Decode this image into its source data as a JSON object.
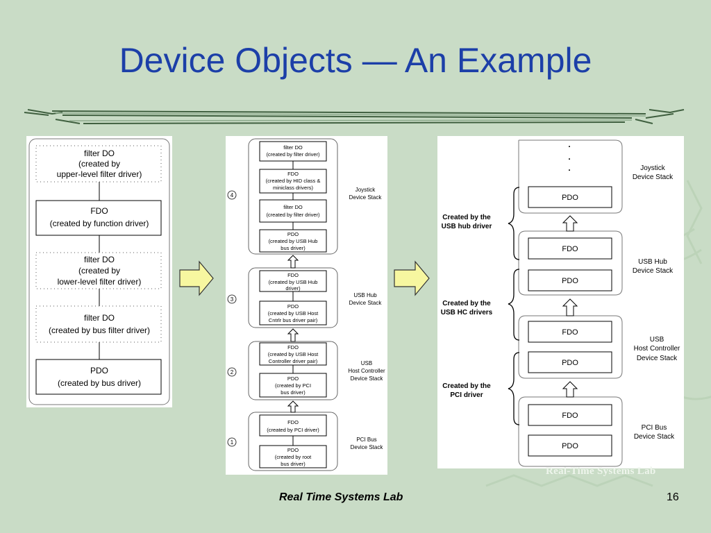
{
  "slide": {
    "title": "Device Objects — An Example",
    "footer": "Real Time Systems Lab",
    "page_number": "16",
    "watermark": "Real-Time Systems Lab"
  },
  "panel1": {
    "boxes": [
      {
        "title": "filter DO",
        "sub1": "(created by",
        "sub2": "upper-level filter driver)"
      },
      {
        "title": "FDO",
        "sub1": "(created by function driver)"
      },
      {
        "title": "filter DO",
        "sub1": "(created by",
        "sub2": "lower-level filter driver)"
      },
      {
        "title": "filter DO",
        "sub1": "(created by bus filter driver)"
      },
      {
        "title": "PDO",
        "sub1": "(created by bus driver)"
      }
    ]
  },
  "panel2": {
    "boxes": [
      {
        "l1": "filter DO",
        "l2": "(created by filter driver)"
      },
      {
        "l1": "FDO",
        "l2": "(created by HID class &",
        "l3": "miniclass drivers)"
      },
      {
        "l1": "filter DO",
        "l2": "(created by filter driver)"
      },
      {
        "l1": "PDO",
        "l2": "(created by USB Hub",
        "l3": "bus driver)"
      },
      {
        "l1": "FDO",
        "l2": "(created by USB Hub",
        "l3": "driver)"
      },
      {
        "l1": "PDO",
        "l2": "(created by USB Host",
        "l3": "Cntrlr bus driver pair)"
      },
      {
        "l1": "FDO",
        "l2": "(created by USB Host",
        "l3": "Controller driver pair)"
      },
      {
        "l1": "PDO",
        "l2": "(created by PCI",
        "l3": "bus driver)"
      },
      {
        "l1": "FDO",
        "l2": "(created by PCI driver)"
      },
      {
        "l1": "PDO",
        "l2": "(created by root",
        "l3": "bus driver)"
      }
    ],
    "numbers": [
      "4",
      "3",
      "2",
      "1"
    ],
    "stacks": [
      {
        "l1": "Joystick",
        "l2": "Device Stack"
      },
      {
        "l1": "USB Hub",
        "l2": "Device Stack"
      },
      {
        "l1": "USB",
        "l2": "Host Controller",
        "l3": "Device Stack"
      },
      {
        "l1": "PCI Bus",
        "l2": "Device Stack"
      }
    ]
  },
  "panel3": {
    "dots": ".",
    "boxes": [
      "PDO",
      "FDO",
      "PDO",
      "FDO",
      "PDO",
      "FDO",
      "PDO"
    ],
    "created": [
      {
        "l1": "Created by the",
        "l2": "USB hub driver"
      },
      {
        "l1": "Created by the",
        "l2": "USB HC drivers"
      },
      {
        "l1": "Created by the",
        "l2": "PCI driver"
      }
    ],
    "stacks": [
      {
        "l1": "Joystick",
        "l2": "Device Stack"
      },
      {
        "l1": "USB Hub",
        "l2": "Device Stack"
      },
      {
        "l1": "USB",
        "l2": "Host Controller",
        "l3": "Device Stack"
      },
      {
        "l1": "PCI Bus",
        "l2": "Device Stack"
      }
    ]
  },
  "colors": {
    "title": "#1c3fa8",
    "background": "#c9dcc6",
    "arrow_fill": "#f7f7a0"
  }
}
